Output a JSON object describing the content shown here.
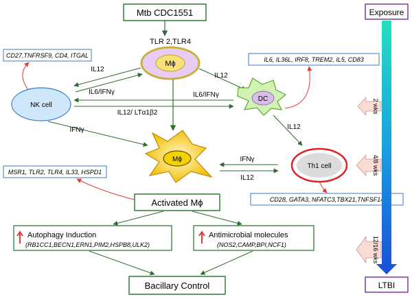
{
  "title_box": "Mtb CDC1551",
  "receptors": "TLR 2,TLR4",
  "cells": {
    "macrophage": "Mϕ",
    "nk": "NK cell",
    "dc": "DC",
    "activated_macrophage_core": "Mϕ",
    "th1": "Th1  cell"
  },
  "signals": {
    "il12_mac_nk": "IL12",
    "il6_ifng_nk_mac": "IL6/IFNγ",
    "il12_mac_dc": "IL12",
    "il6_ifng_dc_nk": "IL6/IFNγ",
    "il12_lta_nk_dc": "IL12/ LTα1β2",
    "ifng_nk_actmac": "IFNγ",
    "il12_dc_th1": "IL12",
    "ifng_th1_actmac": "IFNγ",
    "il12_actmac_th1": "IL12"
  },
  "gene_boxes": {
    "nk": "CD27,TNFRSF9,  CD4,  ITGAL",
    "dc": "IL6, IL36L, IRF8, TREM2, IL5, CD83",
    "actmac": "MSR1, TLR2,  TLR4, IL33, HSPD1",
    "th1": "CD28, GATA3,  NFATC3,TBX21,TNFSF14"
  },
  "activated_box": "Activated Mϕ",
  "autophagy": {
    "title": "Autophagy Induction",
    "genes": "(RB1CC1,BECN1,ERN1,PIM2,HSPB8,ULK2)"
  },
  "antimicrobial": {
    "title": "Antimicrobial molecules",
    "genes": "(NOS2,CAMP,BPI,NCF1)"
  },
  "outcome": "Bacillary Control",
  "timeline": {
    "top_label": "Exposure",
    "bottom_label": "LTBI",
    "markers": [
      "2 wks",
      "4/8 wks",
      "12/16 wks"
    ]
  },
  "colors": {
    "green_border": "#2e7d32",
    "arrow_red": "#e53935",
    "blue_box": "#3a78c8",
    "mac_fill": "#e8ccf3",
    "nk_fill": "#cfe7fa",
    "dc_fill": "#d2f1b4",
    "th1_border": "#e02020",
    "pink_arrow": "#f8dcd4",
    "act_mac": "#f4c81a"
  }
}
